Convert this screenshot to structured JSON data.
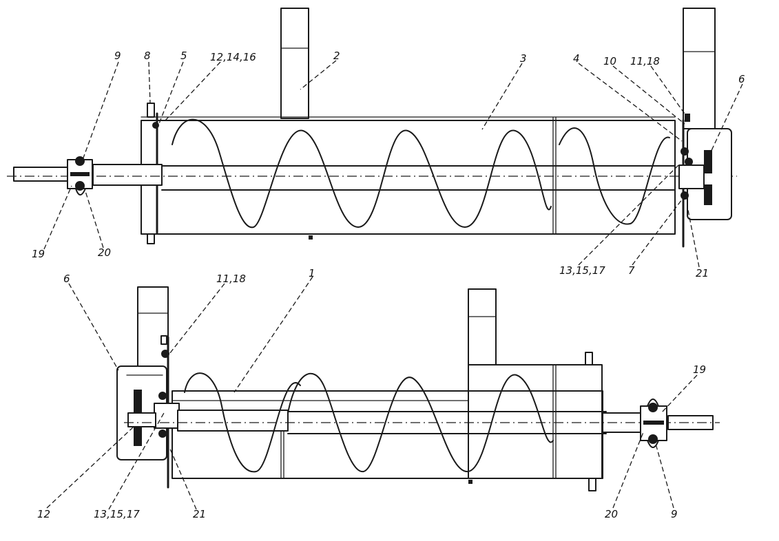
{
  "top_assembly": {
    "labels": {
      "l9": "9",
      "l8": "8",
      "l5": "5",
      "l12_14_16": "12,14,16",
      "l2": "2",
      "l3": "3",
      "l4": "4",
      "l10": "10",
      "l11_18": "11,18",
      "l6": "6",
      "l19": "19",
      "l20": "20",
      "l13_15_17": "13,15,17",
      "l7": "7",
      "l21": "21"
    }
  },
  "bottom_assembly": {
    "labels": {
      "l6": "6",
      "l11_18": "11,18",
      "l1": "1",
      "l19": "19",
      "l12": "12",
      "l13_15_17": "13,15,17",
      "l21": "21",
      "l20": "20",
      "l9": "9"
    }
  }
}
